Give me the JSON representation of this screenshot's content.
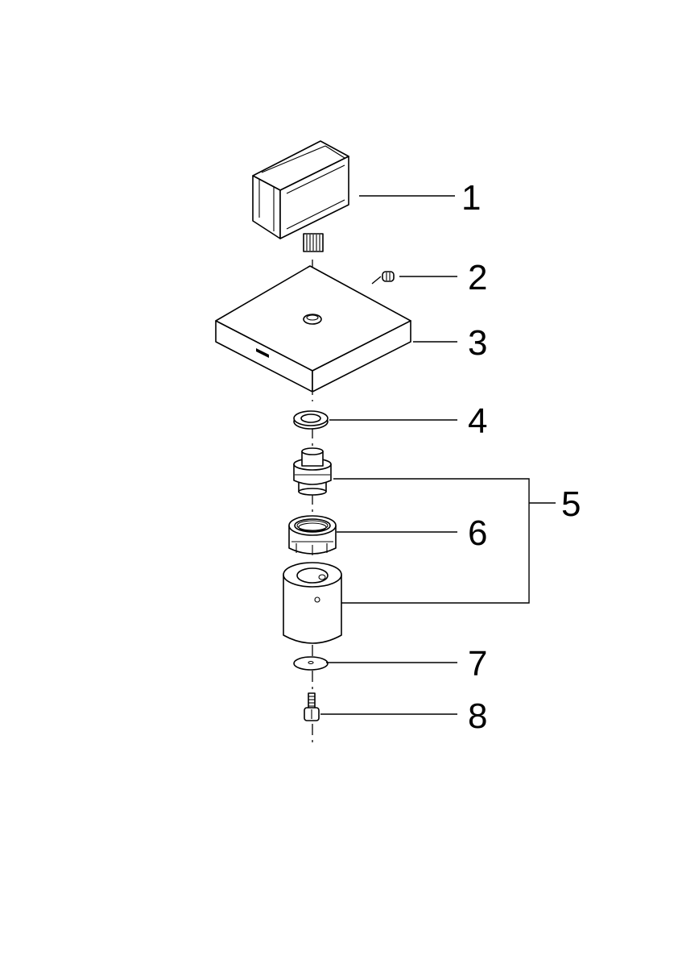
{
  "callouts": [
    {
      "id": 1,
      "label": "1"
    },
    {
      "id": 2,
      "label": "2"
    },
    {
      "id": 3,
      "label": "3"
    },
    {
      "id": 4,
      "label": "4"
    },
    {
      "id": 5,
      "label": "5"
    },
    {
      "id": 6,
      "label": "6"
    },
    {
      "id": 7,
      "label": "7"
    },
    {
      "id": 8,
      "label": "8"
    }
  ],
  "colors": {
    "line": "#000000",
    "background": "#ffffff"
  }
}
